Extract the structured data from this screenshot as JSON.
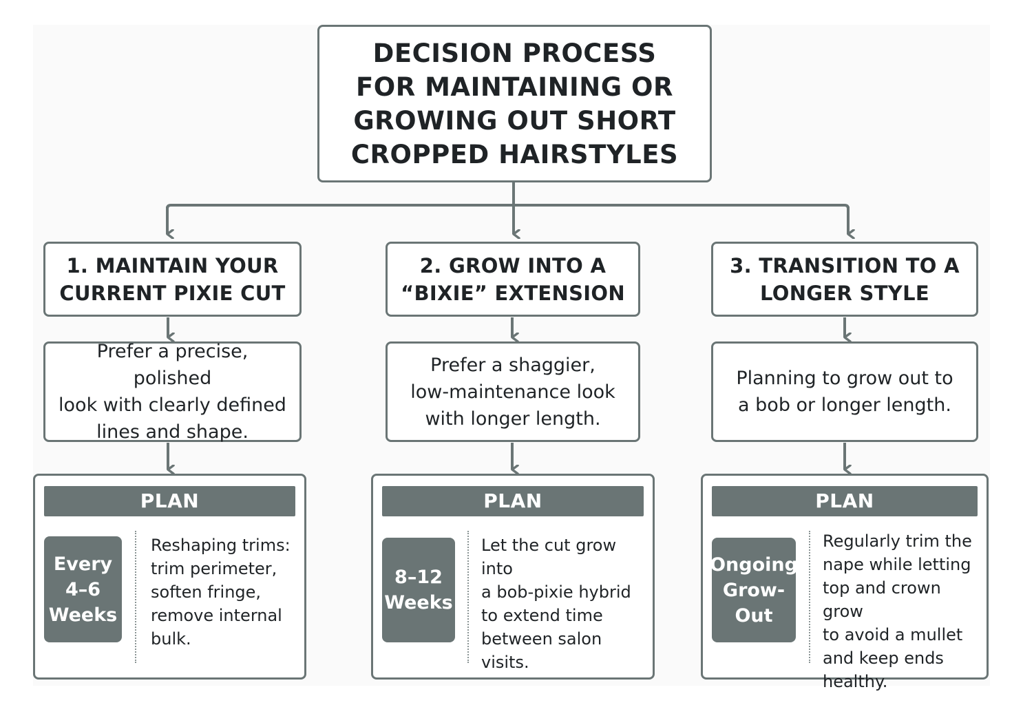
{
  "title": {
    "lines": [
      "DECISION PROCESS",
      "FOR MAINTAINING OR",
      "GROWING OUT SHORT",
      "CROPPED HAIRSTYLES"
    ]
  },
  "options": [
    {
      "heading": [
        "1. MAINTAIN YOUR",
        "CURRENT PIXIE CUT"
      ],
      "description": [
        "Prefer a precise, polished",
        "look with clearly defined",
        "lines and shape."
      ],
      "plan_label": "PLAN",
      "timing": [
        "Every",
        "4–6",
        "Weeks"
      ],
      "plan_text": [
        "Reshaping trims:",
        "trim perimeter,",
        "soften fringe,",
        "remove internal",
        "bulk."
      ]
    },
    {
      "heading": [
        "2. GROW INTO A",
        "“BIXIE” EXTENSION"
      ],
      "description": [
        "Prefer a shaggier,",
        "low-maintenance look",
        "with longer length."
      ],
      "plan_label": "PLAN",
      "timing": [
        "8–12",
        "Weeks"
      ],
      "plan_text": [
        "Let the cut grow into",
        "a bob-pixie hybrid",
        "to extend time",
        "between salon",
        "visits."
      ]
    },
    {
      "heading": [
        "3. TRANSITION TO A",
        "LONGER STYLE"
      ],
      "description": [
        "Planning to grow out to",
        "a bob or longer length."
      ],
      "plan_label": "PLAN",
      "timing": [
        "Ongoing",
        "Grow-Out"
      ],
      "plan_text": [
        "Regularly trim the",
        "nape while letting",
        "top and crown grow",
        "to avoid a mullet",
        "and keep ends",
        "healthy."
      ]
    }
  ],
  "colors": {
    "stroke": "#6a7575",
    "fill_dark": "#6a7575",
    "text": "#1f2326"
  }
}
